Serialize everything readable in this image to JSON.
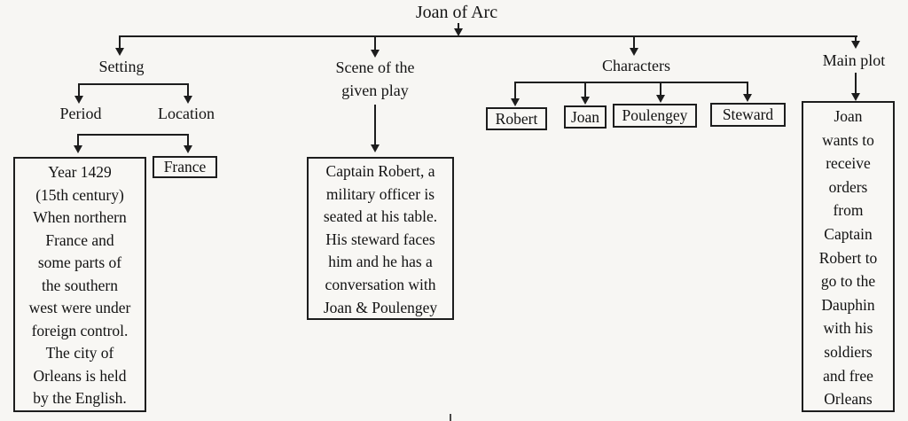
{
  "page": {
    "paper_color": "#f7f6f3",
    "ink_color": "#1d1d1d"
  },
  "diagram": {
    "root": {
      "label": "Joan of Arc"
    },
    "branches": {
      "setting": {
        "label": "Setting",
        "children": {
          "period": {
            "label": "Period",
            "box_lines": [
              "Year 1429",
              "(15th century)",
              "When northern",
              "France and",
              "some parts of",
              "the southern",
              "west were under",
              "foreign control.",
              "The city of",
              "Orleans is held",
              "by the English."
            ]
          },
          "location": {
            "label": "Location",
            "box_label": "France"
          }
        }
      },
      "scene": {
        "label_lines": [
          "Scene of the",
          "given play"
        ],
        "box_lines": [
          "Captain Robert, a",
          "military officer is",
          "seated at his table.",
          "His steward faces",
          "him and he has a",
          "conversation with",
          "Joan & Poulengey"
        ]
      },
      "characters": {
        "label": "Characters",
        "items": [
          "Robert",
          "Joan",
          "Poulengey",
          "Steward"
        ]
      },
      "main_plot": {
        "label": "Main plot",
        "box_lines": [
          "Joan",
          "wants to",
          "receive",
          "orders",
          "from",
          "Captain",
          "Robert to",
          "go to the",
          "Dauphin",
          "with his",
          "soldiers",
          "and free",
          "Orleans"
        ]
      }
    }
  }
}
